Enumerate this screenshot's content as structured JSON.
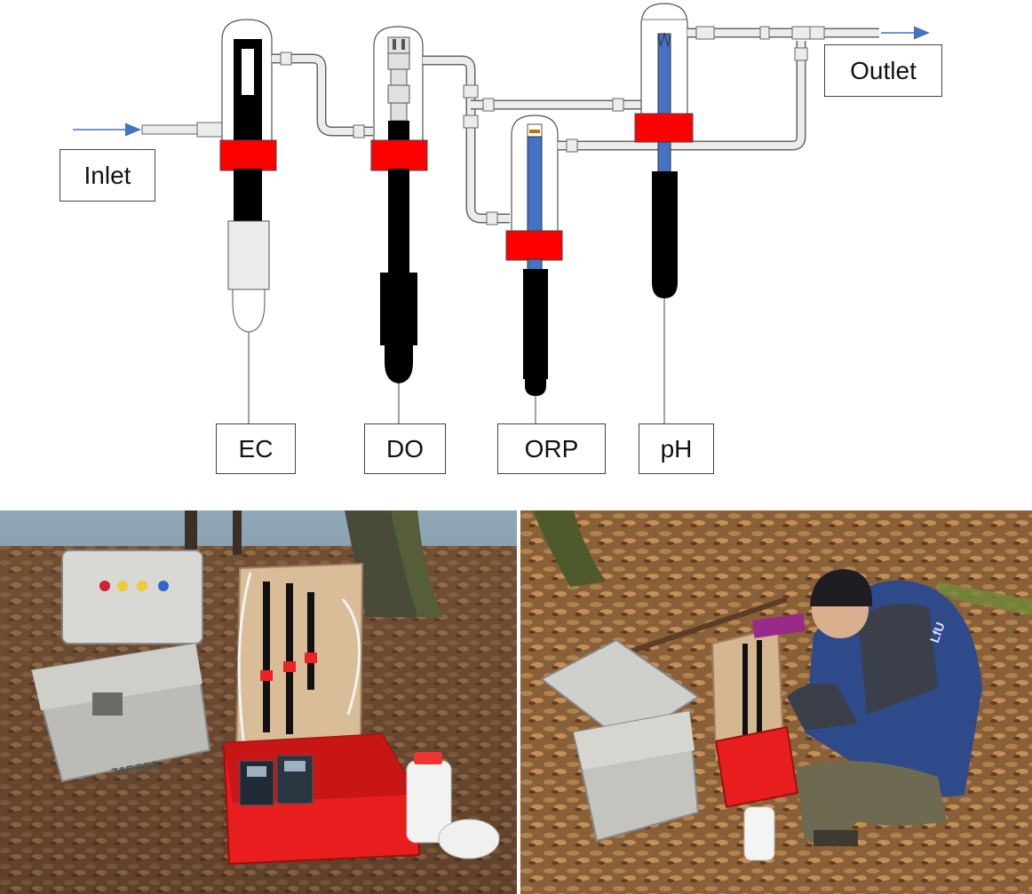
{
  "labels": {
    "inlet": "Inlet",
    "outlet": "Outlet",
    "ec": "EC",
    "do": "DO",
    "orp": "ORP",
    "ph": "pH"
  },
  "photos": {
    "left_case_brand": "ZARGES",
    "right_jacket_text": "LfU"
  },
  "colors": {
    "probe_black": "#000000",
    "stopper_red": "#ff0000",
    "flow_blue": "#4472c4",
    "tube_gray": "#e6e6e6",
    "chamber_outline": "#555555"
  }
}
